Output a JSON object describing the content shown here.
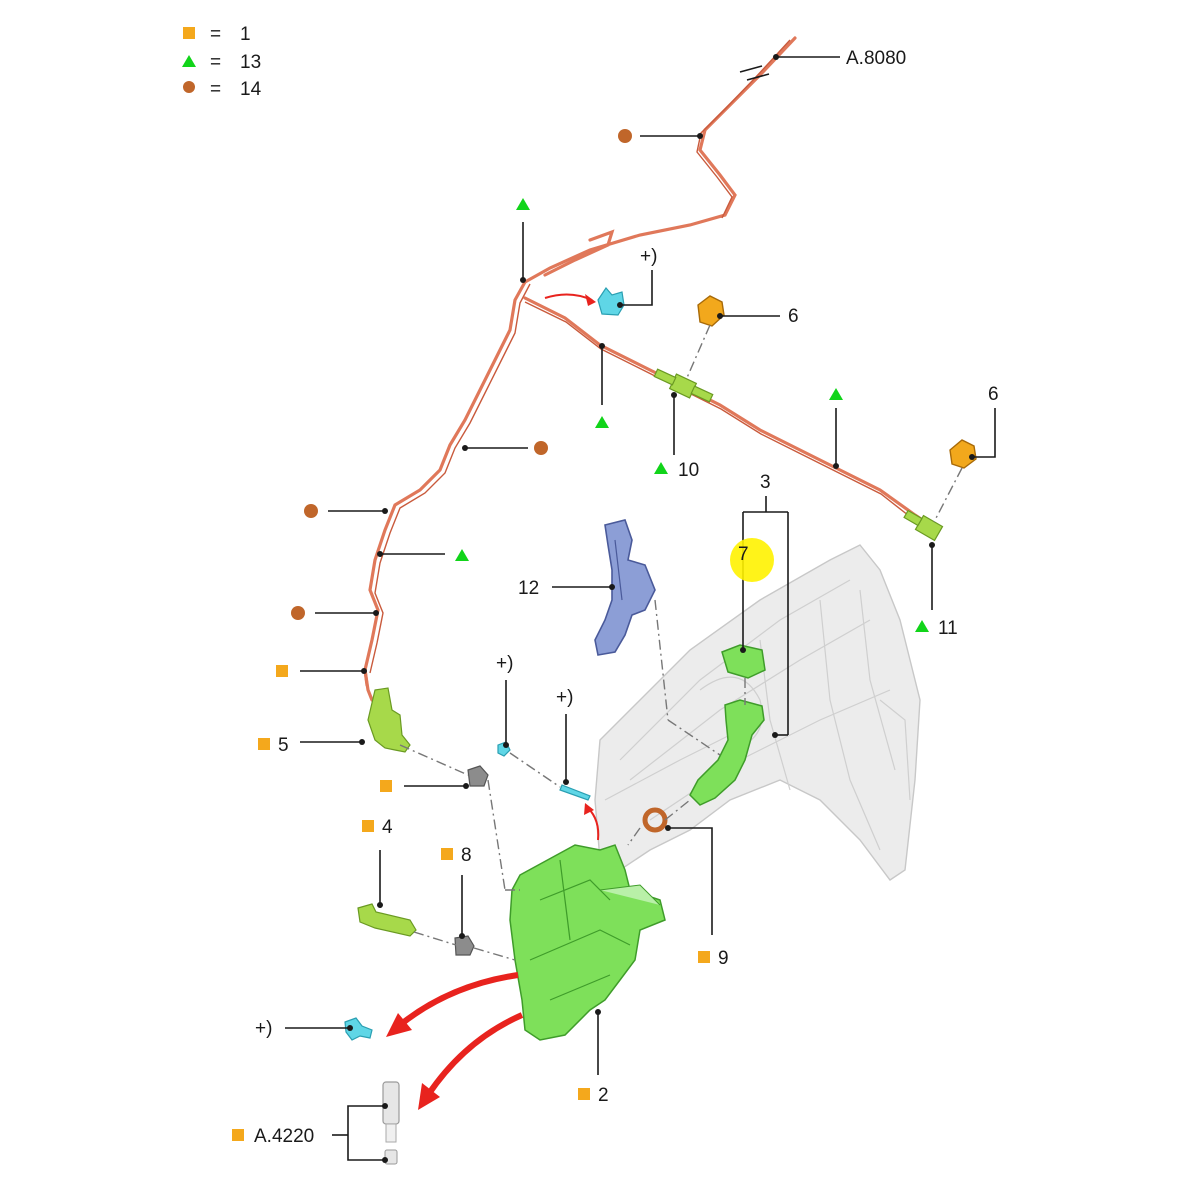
{
  "legend": {
    "items": [
      {
        "symbol": "square",
        "color": "#f4a81c",
        "sign": "=",
        "value": "1"
      },
      {
        "symbol": "triangle",
        "color": "#11d41a",
        "sign": "=",
        "value": "13"
      },
      {
        "symbol": "circle",
        "color": "#c0662a",
        "sign": "=",
        "value": "14"
      }
    ]
  },
  "callouts": {
    "a8080": "A.8080",
    "plus_top": "+)",
    "n6_top": "6",
    "n6_right": "6",
    "n10": "10",
    "n3": "3",
    "n7": "7",
    "n11": "11",
    "n12": "12",
    "plus_mid_left": "+)",
    "plus_mid_right": "+)",
    "n5": "5",
    "n4": "4",
    "n8": "8",
    "n9": "9",
    "plus_bottom": "+)",
    "n2": "2",
    "a4220": "A.4220"
  },
  "colors": {
    "legend_square": "#f4a81c",
    "legend_triangle": "#11d41a",
    "legend_circle": "#c0662a",
    "hose": "#e0785a",
    "reservoir": "#7ee05a",
    "highlight_7": "#fff200",
    "arrow": "#e8231e"
  },
  "icons": [
    "square-marker-icon",
    "triangle-marker-icon",
    "circle-marker-icon"
  ]
}
